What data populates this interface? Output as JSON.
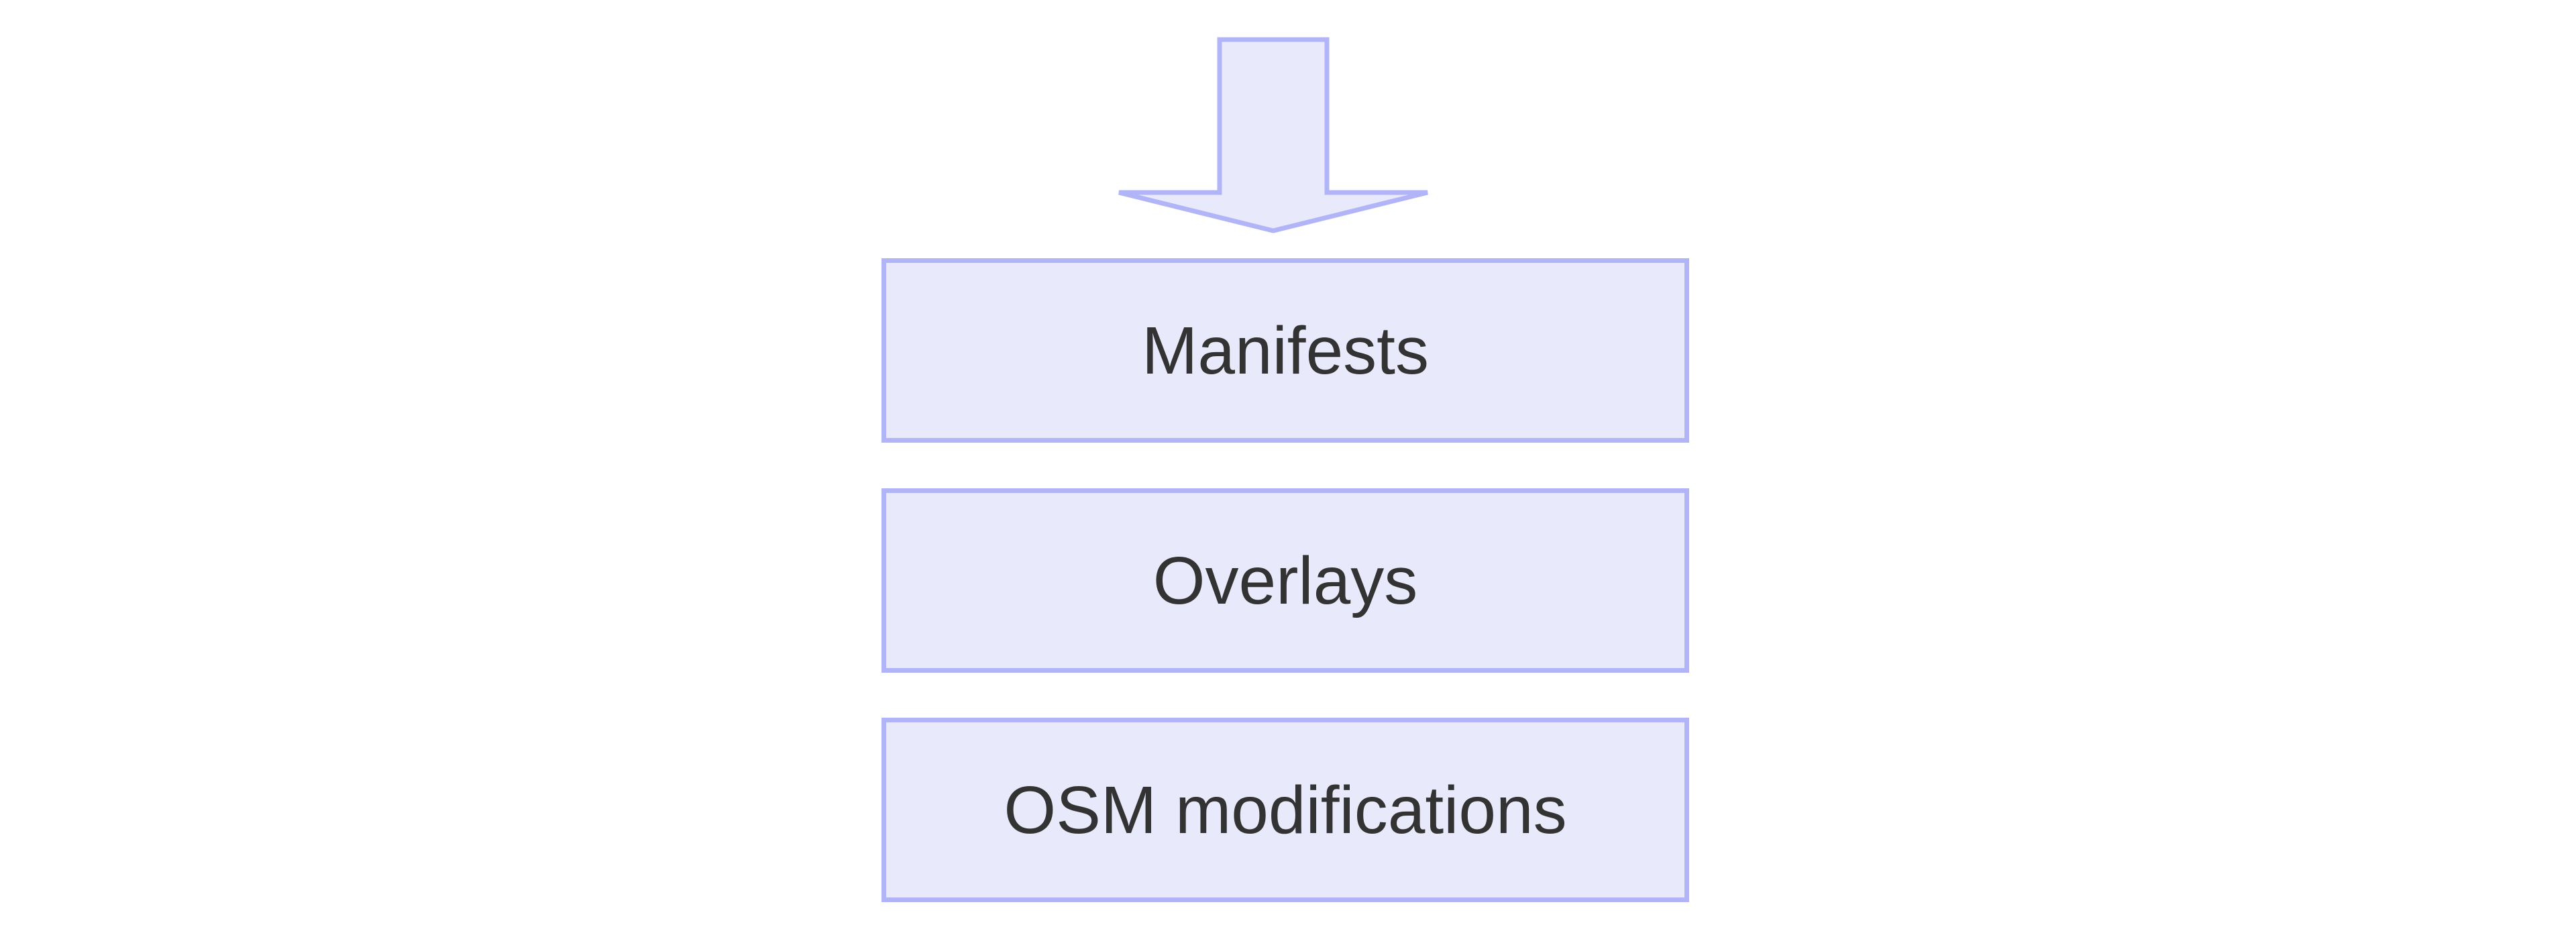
{
  "diagram": {
    "type": "flowchart",
    "orientation": "vertical-top-down",
    "background_color": "#ffffff",
    "node_fill_color": "#e8eafb",
    "node_border_color": "#b2b4f8",
    "node_text_color": "#333333",
    "arrow_fill_color": "#e8eafb",
    "arrow_stroke_color": "#b2b4f8",
    "connector": {
      "name": "down-arrow",
      "direction": "down",
      "points_to": "Manifests"
    },
    "nodes": [
      {
        "id": "manifests",
        "label": "Manifests"
      },
      {
        "id": "overlays",
        "label": "Overlays"
      },
      {
        "id": "osm-modifications",
        "label": "OSM modifications"
      }
    ]
  }
}
